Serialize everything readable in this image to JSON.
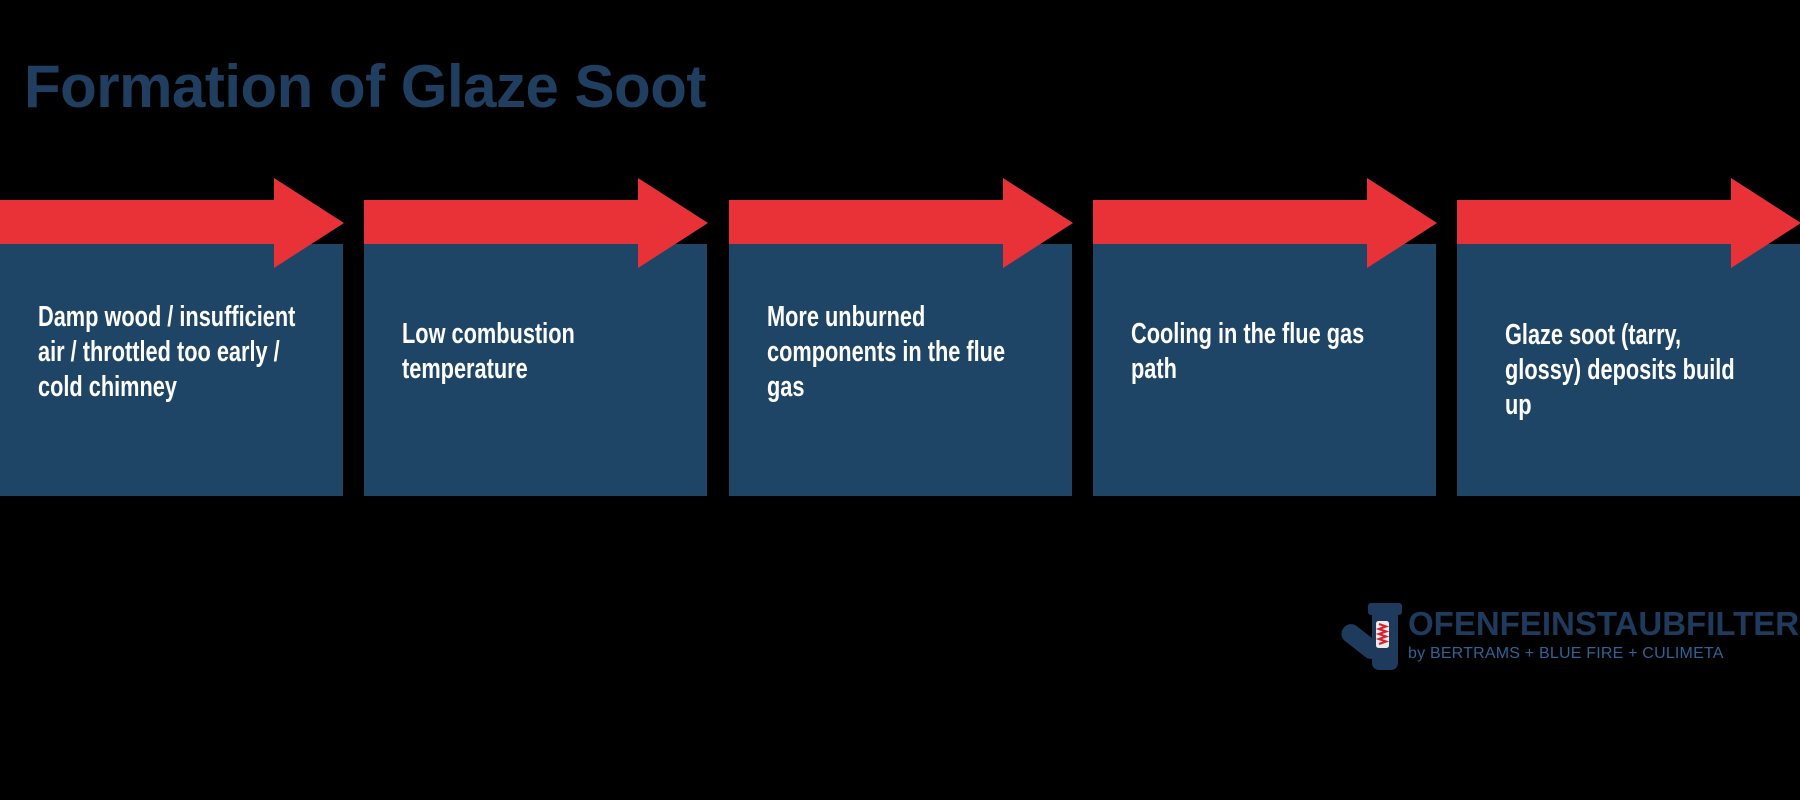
{
  "title": "Formation of Glaze Soot",
  "steps": [
    {
      "text": "Damp wood / insufficient\nair / throttled too early /\ncold chimney"
    },
    {
      "text": "Low combustion\ntemperature"
    },
    {
      "text": "More unburned\ncomponents in the flue\ngas"
    },
    {
      "text": "Cooling in the flue gas\npath"
    },
    {
      "text": "Glaze soot (tarry,\nglossy) deposits build\nup"
    }
  ],
  "logo": {
    "brand": "OFENFEINSTAUBFILTER",
    "tagline": "by BERTRAMS + BLUE FIRE + CULIMETA",
    "icon": "stove-filter-icon"
  },
  "colors": {
    "background": "#000000",
    "arrow_red": "#E93238",
    "box_blue": "#1F4566",
    "title_navy": "#203F60",
    "logo_navy": "#1E3A5C",
    "tagline_blue": "#2E6396",
    "text_white": "#FFFFFF"
  }
}
